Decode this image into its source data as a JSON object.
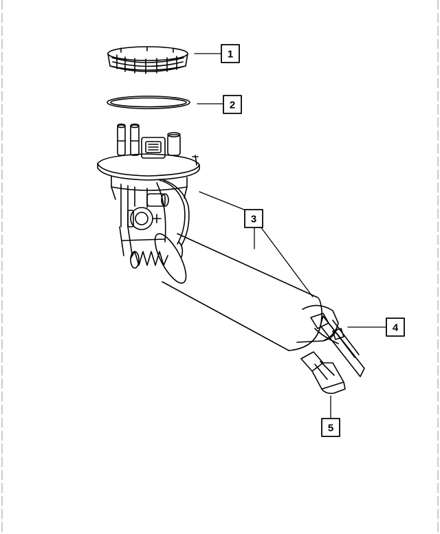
{
  "diagram": {
    "type": "exploded-parts-view",
    "colors": {
      "ink": "#000000",
      "paper": "#ffffff",
      "edge": "#9a9a9a"
    },
    "callouts": [
      {
        "id": "1",
        "label": "1",
        "part": "lock-ring"
      },
      {
        "id": "2",
        "label": "2",
        "part": "o-ring-seal"
      },
      {
        "id": "3",
        "label": "3",
        "part": "fuel-pump-module"
      },
      {
        "id": "4",
        "label": "4",
        "part": "float-arm-sender"
      },
      {
        "id": "5",
        "label": "5",
        "part": "inlet-filter"
      }
    ]
  }
}
